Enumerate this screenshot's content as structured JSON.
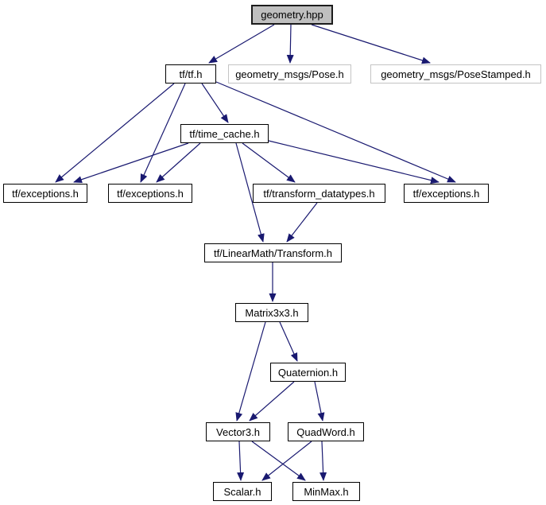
{
  "diagram": {
    "kind": "include-dependency-graph",
    "root_label": "geometry.hpp",
    "colors": {
      "edge": "#191970",
      "node_fill": "#ffffff",
      "node_border": "#000000",
      "root_fill": "#bfbfbf",
      "root_border": "#1c1c1c",
      "external_border": "#c4c4c4",
      "text": "#000000"
    },
    "nodes": [
      {
        "id": "geometry_hpp",
        "label": "geometry.hpp",
        "style": "root"
      },
      {
        "id": "tf_tf",
        "label": "tf/tf.h",
        "style": "internal"
      },
      {
        "id": "pose",
        "label": "geometry_msgs/Pose.h",
        "style": "external"
      },
      {
        "id": "pose_stamped",
        "label": "geometry_msgs/PoseStamped.h",
        "style": "external"
      },
      {
        "id": "time_cache",
        "label": "tf/time_cache.h",
        "style": "internal"
      },
      {
        "id": "exceptions_1",
        "label": "tf/exceptions.h",
        "style": "internal"
      },
      {
        "id": "exceptions_2",
        "label": "tf/exceptions.h",
        "style": "internal"
      },
      {
        "id": "transform_datatypes",
        "label": "tf/transform_datatypes.h",
        "style": "internal"
      },
      {
        "id": "exceptions_3",
        "label": "tf/exceptions.h",
        "style": "internal"
      },
      {
        "id": "linearmath_transform",
        "label": "tf/LinearMath/Transform.h",
        "style": "internal"
      },
      {
        "id": "matrix3x3",
        "label": "Matrix3x3.h",
        "style": "internal"
      },
      {
        "id": "quaternion",
        "label": "Quaternion.h",
        "style": "internal"
      },
      {
        "id": "vector3",
        "label": "Vector3.h",
        "style": "internal"
      },
      {
        "id": "quadword",
        "label": "QuadWord.h",
        "style": "internal"
      },
      {
        "id": "scalar",
        "label": "Scalar.h",
        "style": "internal"
      },
      {
        "id": "minmax",
        "label": "MinMax.h",
        "style": "internal"
      }
    ],
    "edges": [
      {
        "from": "geometry_hpp",
        "to": "tf_tf"
      },
      {
        "from": "geometry_hpp",
        "to": "pose"
      },
      {
        "from": "geometry_hpp",
        "to": "pose_stamped"
      },
      {
        "from": "tf_tf",
        "to": "exceptions_1"
      },
      {
        "from": "tf_tf",
        "to": "exceptions_2"
      },
      {
        "from": "tf_tf",
        "to": "time_cache"
      },
      {
        "from": "tf_tf",
        "to": "exceptions_3"
      },
      {
        "from": "time_cache",
        "to": "exceptions_1"
      },
      {
        "from": "time_cache",
        "to": "exceptions_2"
      },
      {
        "from": "time_cache",
        "to": "transform_datatypes"
      },
      {
        "from": "time_cache",
        "to": "exceptions_3"
      },
      {
        "from": "time_cache",
        "to": "linearmath_transform"
      },
      {
        "from": "transform_datatypes",
        "to": "linearmath_transform"
      },
      {
        "from": "linearmath_transform",
        "to": "matrix3x3"
      },
      {
        "from": "matrix3x3",
        "to": "quaternion"
      },
      {
        "from": "matrix3x3",
        "to": "vector3"
      },
      {
        "from": "quaternion",
        "to": "vector3"
      },
      {
        "from": "quaternion",
        "to": "quadword"
      },
      {
        "from": "vector3",
        "to": "scalar"
      },
      {
        "from": "vector3",
        "to": "minmax"
      },
      {
        "from": "quadword",
        "to": "scalar"
      },
      {
        "from": "quadword",
        "to": "minmax"
      }
    ]
  }
}
